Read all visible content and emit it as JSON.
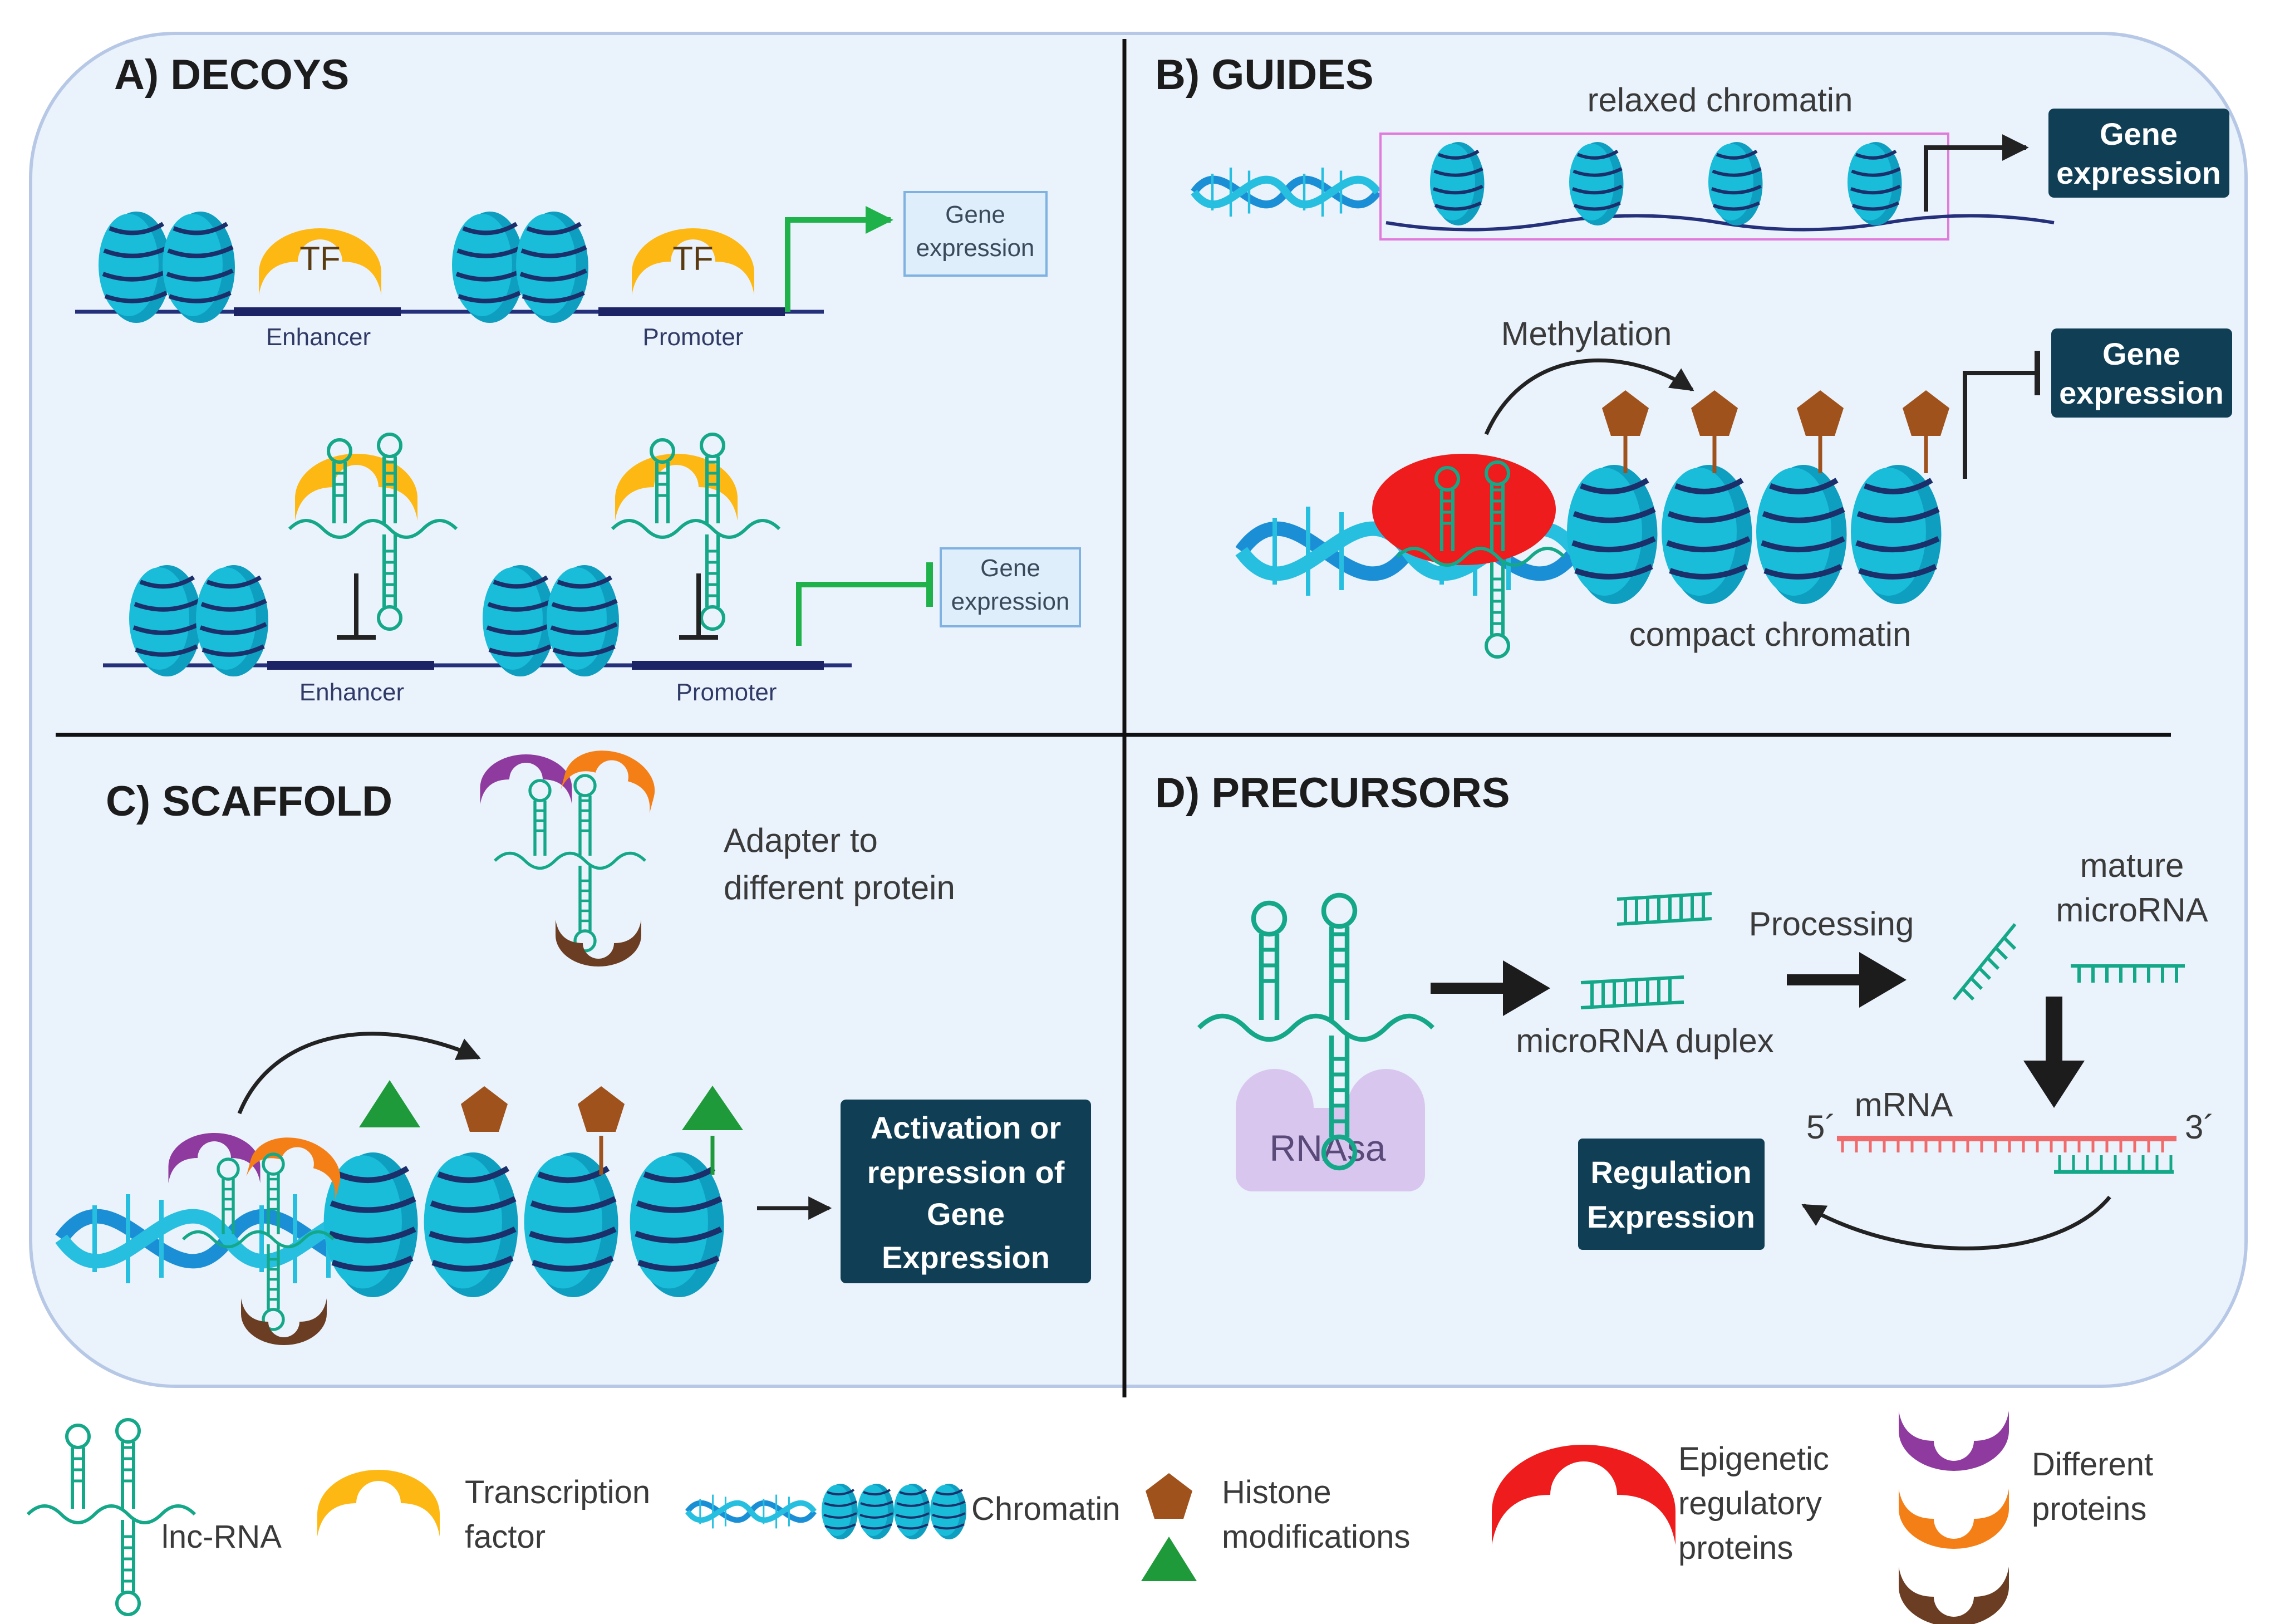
{
  "panels": {
    "a": {
      "title": "A) DECOYS",
      "tf_label": "TF",
      "enhancer": "Enhancer",
      "promoter": "Promoter",
      "gene_line1": "Gene",
      "gene_line2": "expression"
    },
    "b": {
      "title": "B) GUIDES",
      "relaxed": "relaxed chromatin",
      "compact": "compact chromatin",
      "methylation": "Methylation",
      "gene_line1": "Gene",
      "gene_line2": "expression"
    },
    "c": {
      "title": "C) SCAFFOLD",
      "adapter_line1": "Adapter to",
      "adapter_line2": "different protein",
      "box_line1": "Activation or",
      "box_line2": "repression of",
      "box_line3": "Gene",
      "box_line4": "Expression"
    },
    "d": {
      "title": "D) PRECURSORS",
      "rnasa": "RNAsa",
      "duplex": "microRNA duplex",
      "processing": "Processing",
      "mature_line1": "mature",
      "mature_line2": "microRNA",
      "five_prime": "5´",
      "three_prime": "3´",
      "mrna": "mRNA",
      "reg_line1": "Regulation",
      "reg_line2": "Expression"
    }
  },
  "legend": {
    "lncrna": "lnc-RNA",
    "tf_line1": "Transcription",
    "tf_line2": "factor",
    "chromatin": "Chromatin",
    "histone_line1": "Histone",
    "histone_line2": "modifications",
    "epi_line1": "Epigenetic",
    "epi_line2": "regulatory",
    "epi_line3": "proteins",
    "diff_line1": "Different",
    "diff_line2": "proteins"
  },
  "colors": {
    "panel_bg": "#eaf2fb",
    "panel_border": "#b7c8e6",
    "nucleosome": "#15b7d4",
    "nucleosome_dark": "#0b8fae",
    "dna": "#1a8fd6",
    "tf_yellow": "#fdb813",
    "navy_box": "#0f3e55",
    "green_arrow": "#1fb24a",
    "histone_brown": "#a0521c",
    "epigenetic_red": "#ee1c1c",
    "purple": "#8e3a9e",
    "orange": "#f57f17",
    "brown": "#6b3d23",
    "rnasa": "#d8c6ef",
    "mrna_red": "#f06b6b",
    "mirna_green": "#14a889"
  }
}
